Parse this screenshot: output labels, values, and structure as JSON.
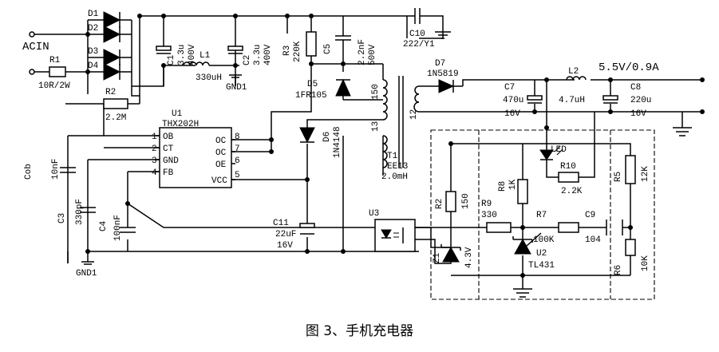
{
  "caption": "图 3、手机充电器",
  "input_label": "ACIN",
  "output_label": "5.5V/0.9A",
  "ic": {
    "ref": "U1",
    "part": "THX202H",
    "left_pins": [
      {
        "num": "1",
        "name": "OB"
      },
      {
        "num": "2",
        "name": "CT"
      },
      {
        "num": "3",
        "name": "GND"
      },
      {
        "num": "4",
        "name": "FB"
      }
    ],
    "right_pins": [
      {
        "num": "8",
        "name": "OC"
      },
      {
        "num": "7",
        "name": "OC"
      },
      {
        "num": "6",
        "name": "OE"
      },
      {
        "num": "5",
        "name": "VCC"
      }
    ]
  },
  "labels": {
    "d1": "D1",
    "d2": "D2",
    "d3": "D3",
    "d4": "D4",
    "r1_ref": "R1",
    "r1_val": "10R/2W",
    "r2_ref": "R2",
    "r2_val": "2.2M",
    "c1": "C1",
    "c1_cap": "3.3u",
    "c1_volt": "400V",
    "l1_ref": "L1",
    "l1_val": "330uH",
    "c2": "C2",
    "c2_cap": "3.3u",
    "c2_volt": "400V",
    "gnd1_top": "GND1",
    "r3_ref": "R3",
    "r3_val": "220K",
    "c5_ref": "C5",
    "c5_cap": "2.2nF",
    "c5_volt": "500V",
    "d5_ref": "D5",
    "d5_val": "1FR105",
    "c10_ref": "C10",
    "c10_val": "222/Y1",
    "t1_pri": "150",
    "t1_aux": "13",
    "t1_sec": "12",
    "t1_ref": "T1",
    "t1_core": "EE13",
    "t1_ind": "2.0mH",
    "d6_ref": "D6",
    "d6_val": "1N4148",
    "d7_ref": "D7",
    "d7_val": "1N5819",
    "c7_ref": "C7",
    "c7_cap": "470u",
    "c7_volt": "16V",
    "l2_ref": "L2",
    "l2_val": "4.7uH",
    "c8_ref": "C8",
    "c8_cap": "220u",
    "c8_volt": "16V",
    "led": "LED",
    "r10_ref": "R10",
    "r10_val": "2.2K",
    "r8_ref": "R8",
    "r8_val": "1K",
    "r5_ref": "R5",
    "r5_val": "12K",
    "r2b_ref": "R2",
    "r2b_val": "150",
    "r9_ref": "R9",
    "r9_val": "330",
    "r7_ref": "R7",
    "r7_val": "100K",
    "c9_ref": "C9",
    "c9_val": "104",
    "r6_ref": "R6",
    "r6_val": "10K",
    "z1_ref": "Z1",
    "z1_val": "4.3V",
    "u2_ref": "U2",
    "u2_val": "TL431",
    "u3_ref": "U3",
    "cob_ref": "Cob",
    "cob_val": "10nF",
    "c3_ref": "C3",
    "c3_val": "330pF",
    "c4_ref": "C4",
    "c4_val": "100nF",
    "c11_ref": "C11",
    "c11_cap": "22uF",
    "c11_volt": "16V",
    "gnd1_bottom": "GND1"
  }
}
